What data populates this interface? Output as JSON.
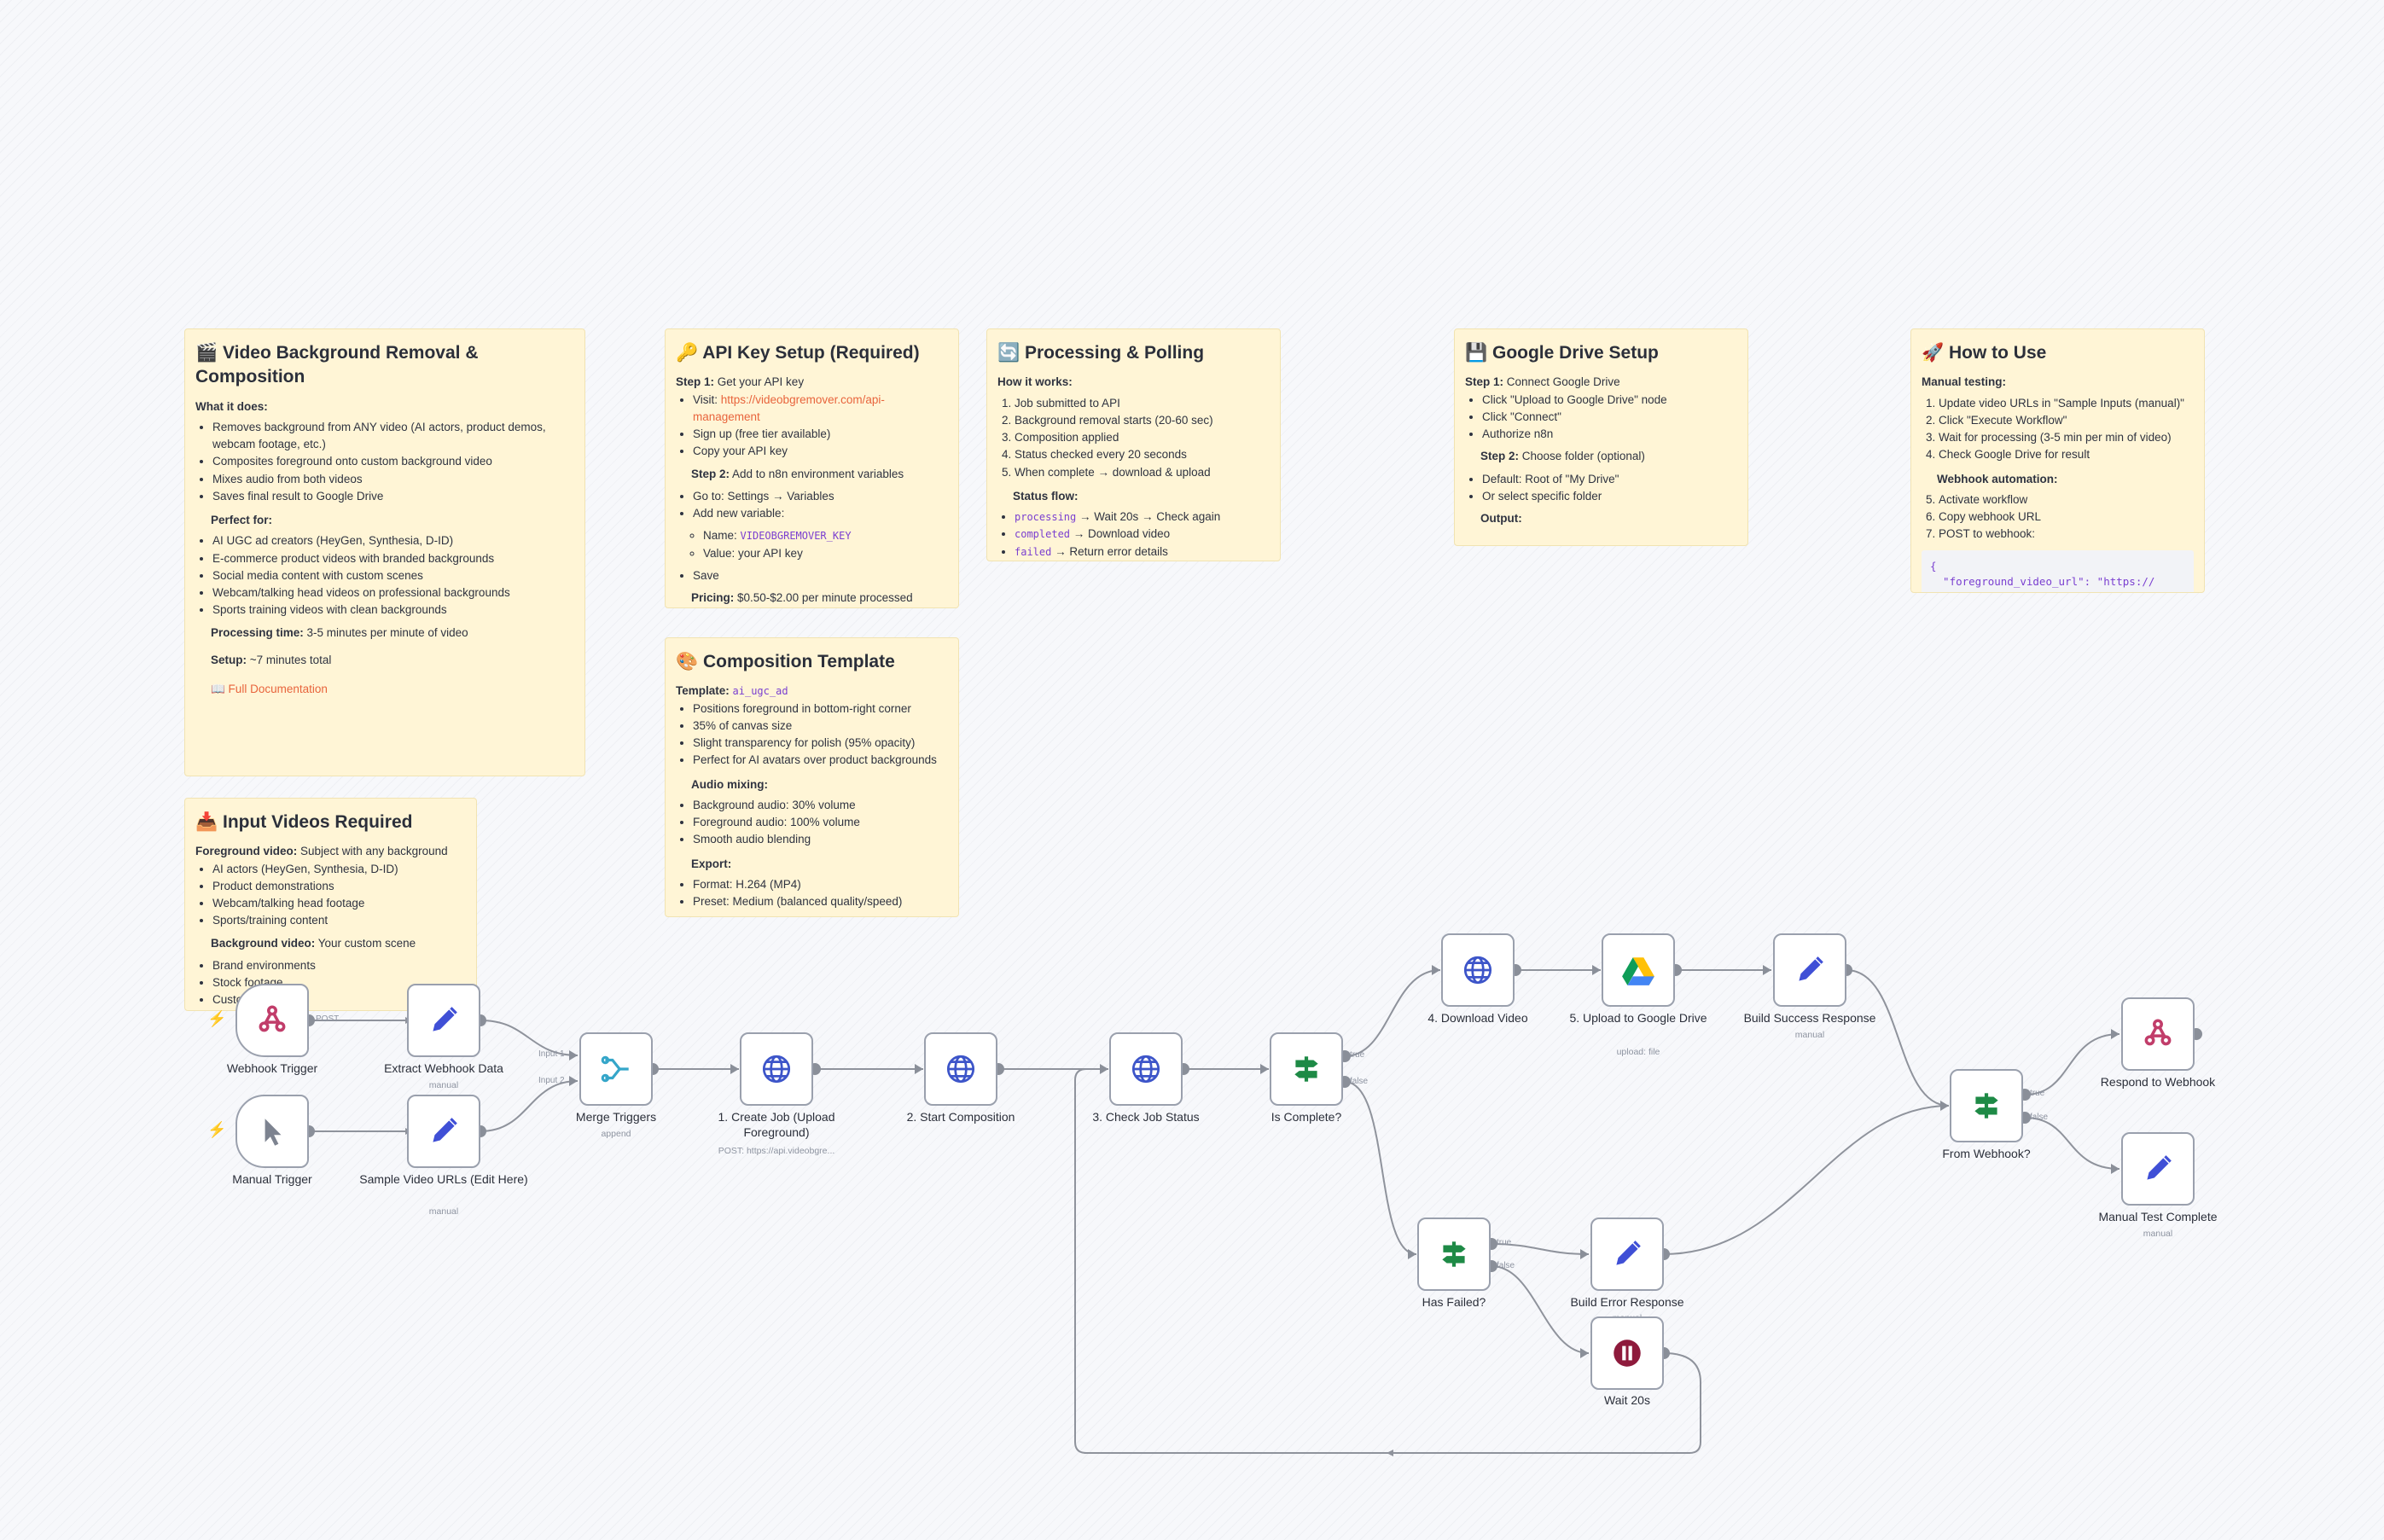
{
  "notes": {
    "overview": {
      "title": "🎬 Video Background Removal & Composition",
      "what_label": "What it does:",
      "what_items": [
        "Removes background from ANY video (AI actors, product demos, webcam footage, etc.)",
        "Composites foreground onto custom background video",
        "Mixes audio from both videos",
        "Saves final result to Google Drive"
      ],
      "perfect_label": "Perfect for:",
      "perfect_items": [
        "AI UGC ad creators (HeyGen, Synthesia, D-ID)",
        "E-commerce product videos with branded backgrounds",
        "Social media content with custom scenes",
        "Webcam/talking head videos on professional backgrounds",
        "Sports training videos with clean backgrounds"
      ],
      "processing_label": "Processing time:",
      "processing_value": " 3-5 minutes per minute of video",
      "setup_label": "Setup:",
      "setup_value": " ~7 minutes total",
      "doc_link": "📖 Full Documentation"
    },
    "input": {
      "title": "📥 Input Videos Required",
      "fg_label": "Foreground video:",
      "fg_value": " Subject with any background",
      "fg_items": [
        "AI actors (HeyGen, Synthesia, D-ID)",
        "Product demonstrations",
        "Webcam/talking head footage",
        "Sports/training content"
      ],
      "bg_label": "Background video:",
      "bg_value": " Your custom scene",
      "bg_items": [
        "Brand environments",
        "Stock footage",
        "Custom"
      ]
    },
    "apikey": {
      "title": "🔑 API Key Setup (Required)",
      "step1_label": "Step 1:",
      "step1_value": " Get your API key",
      "visit_prefix": "Visit: ",
      "visit_link": "https://videobgremover.com/api-management",
      "step1_items": [
        "Sign up (free tier available)",
        "Copy your API key"
      ],
      "step2_label": "Step 2:",
      "step2_value": " Add to n8n environment variables",
      "step2_items": [
        "Go to: Settings → Variables",
        "Add new variable:"
      ],
      "var_name_prefix": "Name: ",
      "var_name": "VIDEOBGREMOVER_KEY",
      "var_value": "Value: your API key",
      "save": "Save",
      "pricing_label": "Pricing:",
      "pricing_value": " $0.50-$2.00 per minute processed"
    },
    "template": {
      "title": "🎨 Composition Template",
      "template_label": "Template:",
      "template_value": "ai_ugc_ad",
      "template_items": [
        "Positions foreground in bottom-right corner",
        "35% of canvas size",
        "Slight transparency for polish (95% opacity)",
        "Perfect for AI avatars over product backgrounds"
      ],
      "audio_label": "Audio mixing:",
      "audio_items": [
        "Background audio: 30% volume",
        "Foreground audio: 100% volume",
        "Smooth audio blending"
      ],
      "export_label": "Export:",
      "export_items": [
        "Format: H.264 (MP4)",
        "Preset: Medium (balanced quality/speed)"
      ]
    },
    "polling": {
      "title": "🔄 Processing & Polling",
      "how_label": "How it works:",
      "how_items": [
        "Job submitted to API",
        "Background removal starts (20-60 sec)",
        "Composition applied",
        "Status checked every 20 seconds",
        "When complete → download & upload"
      ],
      "flow_label": "Status flow:",
      "flow_items": [
        {
          "code": "processing",
          "text": " → Wait 20s → Check again"
        },
        {
          "code": "completed",
          "text": " → Download video"
        },
        {
          "code": "failed",
          "text": " → Return error details"
        }
      ]
    },
    "gdrive": {
      "title": "💾 Google Drive Setup",
      "step1_label": "Step 1:",
      "step1_value": " Connect Google Drive",
      "step1_items": [
        "Click \"Upload to Google Drive\" node",
        "Click \"Connect\"",
        "Authorize n8n"
      ],
      "step2_label": "Step 2:",
      "step2_value": " Choose folder (optional)",
      "step2_items": [
        "Default: Root of \"My Drive\"",
        "Or select specific folder"
      ],
      "output_label": "Output:"
    },
    "howto": {
      "title": "🚀 How to Use",
      "manual_label": "Manual testing:",
      "manual_items": [
        "Update video URLs in \"Sample Inputs (manual)\"",
        "Click \"Execute Workflow\"",
        "Wait for processing (3-5 min per min of video)",
        "Check Google Drive for result"
      ],
      "webhook_label": "Webhook automation:",
      "webhook_items": [
        "Activate workflow",
        "Copy webhook URL",
        "POST to webhook:"
      ],
      "code": "{\n  \"foreground_video_url\": \"https://"
    }
  },
  "nodes": {
    "webhook_trigger": {
      "label": "Webhook Trigger"
    },
    "manual_trigger": {
      "label": "Manual Trigger"
    },
    "extract_webhook": {
      "label": "Extract Webhook Data",
      "sub": "manual"
    },
    "sample_urls": {
      "label": "Sample Video URLs (Edit Here)",
      "sub": "manual"
    },
    "merge": {
      "label": "Merge Triggers",
      "sub": "append"
    },
    "create_job": {
      "label": "1. Create Job (Upload Foreground)",
      "sub": "POST: https://api.videobgre..."
    },
    "start_comp": {
      "label": "2. Start Composition"
    },
    "check_status": {
      "label": "3. Check Job Status"
    },
    "is_complete": {
      "label": "Is Complete?"
    },
    "download": {
      "label": "4. Download Video"
    },
    "upload_gdrive": {
      "label": "5. Upload to Google Drive",
      "sub": "upload: file"
    },
    "build_success": {
      "label": "Build Success Response",
      "sub": "manual"
    },
    "has_failed": {
      "label": "Has Failed?"
    },
    "build_error": {
      "label": "Build Error Response",
      "sub": "manual"
    },
    "wait": {
      "label": "Wait 20s"
    },
    "from_webhook": {
      "label": "From Webhook?"
    },
    "respond": {
      "label": "Respond to Webhook"
    },
    "manual_complete": {
      "label": "Manual Test Complete",
      "sub": "manual"
    }
  },
  "port_labels": {
    "post": "POST",
    "input1": "Input 1",
    "input2": "Input 2",
    "true": "true",
    "false": "false"
  },
  "icons": {
    "webhook": "webhook-icon",
    "manual": "cursor-icon",
    "set": "pencil-icon",
    "merge": "merge-icon",
    "http": "globe-icon",
    "if": "signpost-icon",
    "gdrive": "google-drive-icon",
    "wait": "pause-icon"
  },
  "colors": {
    "note_bg": "#fff5d6",
    "edit": "#3f4fd6",
    "http": "#3d55c9",
    "if": "#1e8a46",
    "wait": "#8e1a3c",
    "webhook": "#c13d6a",
    "merge": "#35a6c9",
    "link": "#e8643c"
  }
}
